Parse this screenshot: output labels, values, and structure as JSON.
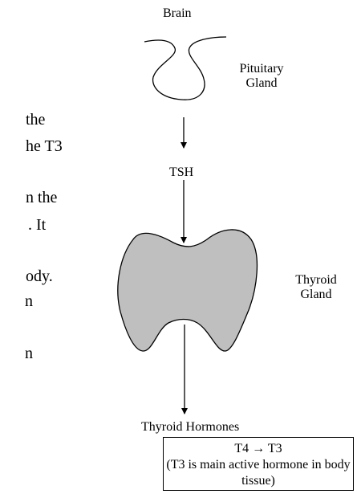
{
  "left_text": [
    "the",
    "he T3",
    "n the",
    ". It",
    "ody.",
    "n",
    "n"
  ],
  "labels": {
    "brain": "Brain",
    "pituitary_line1": "Pituitary",
    "pituitary_line2": "Gland",
    "tsh": "TSH",
    "thyroid_line1": "Thyroid",
    "thyroid_line2": "Gland",
    "thyroid_hormones": "Thyroid Hormones"
  },
  "box": {
    "line1": "T4 → T3",
    "line2": "(T3 is main active hormone in body tissue)"
  },
  "colors": {
    "thyroid_fill": "#bfbfbf",
    "stroke": "#000000"
  }
}
